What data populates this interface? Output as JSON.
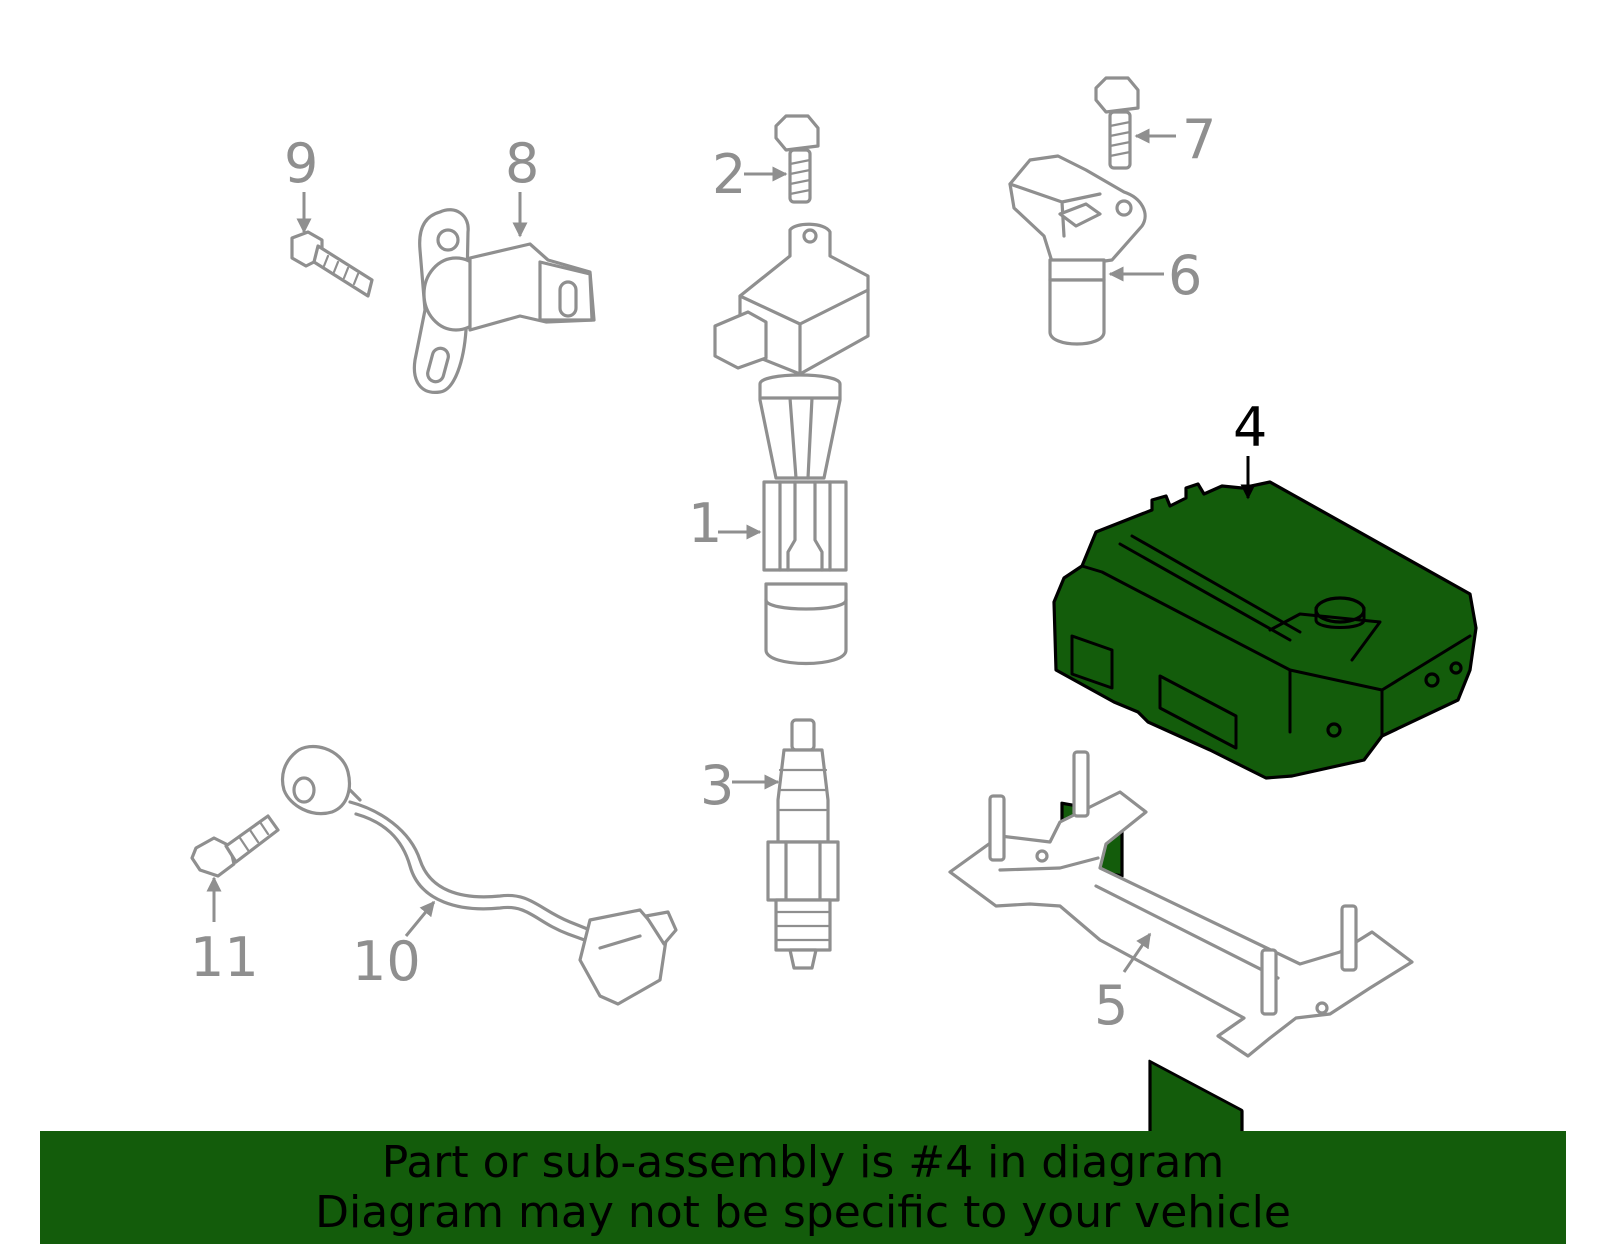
{
  "callouts": {
    "c1": "1",
    "c2": "2",
    "c3": "3",
    "c4": "4",
    "c5": "5",
    "c6": "6",
    "c7": "7",
    "c8": "8",
    "c9": "9",
    "c10": "10",
    "c11": "11"
  },
  "highlight": {
    "part_number": "4",
    "color": "#135c0b"
  },
  "banner": {
    "line1": "Part or sub-assembly is #4 in diagram",
    "line2": "Diagram may not be specific to your vehicle"
  }
}
